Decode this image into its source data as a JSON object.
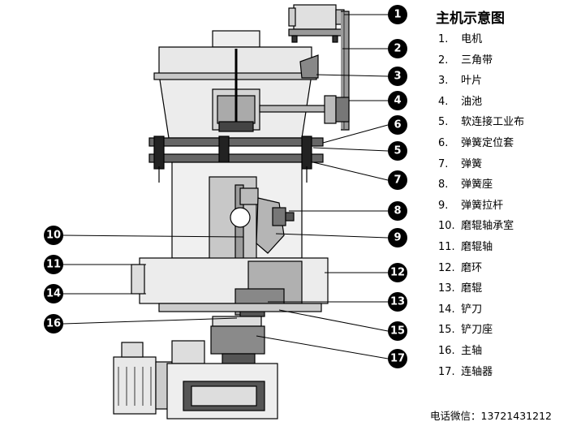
{
  "title": "主机示意图",
  "parts": [
    {
      "num": "1.",
      "label": "电机"
    },
    {
      "num": "2.",
      "label": "三角带"
    },
    {
      "num": "3.",
      "label": "叶片"
    },
    {
      "num": "4.",
      "label": "油池"
    },
    {
      "num": "5.",
      "label": "软连接工业布"
    },
    {
      "num": "6.",
      "label": "弹簧定位套"
    },
    {
      "num": "7.",
      "label": "弹簧"
    },
    {
      "num": "8.",
      "label": "弹簧座"
    },
    {
      "num": "9.",
      "label": "弹簧拉杆"
    },
    {
      "num": "10.",
      "label": "磨辊轴承室"
    },
    {
      "num": "11.",
      "label": "磨辊轴"
    },
    {
      "num": "12.",
      "label": "磨环"
    },
    {
      "num": "13.",
      "label": "磨辊"
    },
    {
      "num": "14.",
      "label": "铲刀"
    },
    {
      "num": "15.",
      "label": "铲刀座"
    },
    {
      "num": "16.",
      "label": "主轴"
    },
    {
      "num": "17.",
      "label": "连轴器"
    }
  ],
  "callouts": [
    "1",
    "2",
    "3",
    "4",
    "5",
    "6",
    "7",
    "8",
    "9",
    "10",
    "11",
    "12",
    "13",
    "14",
    "15",
    "16",
    "17"
  ],
  "contact": {
    "label": "电话微信：",
    "number": "13721431212"
  }
}
